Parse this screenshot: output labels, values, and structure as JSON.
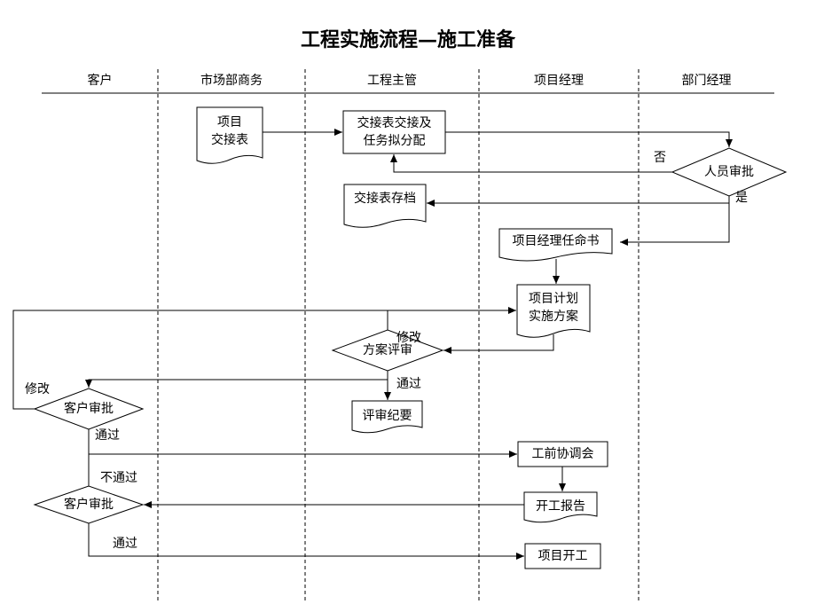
{
  "title": "工程实施流程—施工准备",
  "lanes": [
    "客户",
    "市场部商务",
    "工程主管",
    "项目经理",
    "部门经理"
  ],
  "nodes": {
    "project_handover_doc": [
      "项目",
      "交接表"
    ],
    "handover_assign": [
      "交接表交接及",
      "任务拟分配"
    ],
    "staff_approval": "人员审批",
    "handover_archive": "交接表存档",
    "pm_appointment": "项目经理任命书",
    "project_plan": [
      "项目计划",
      "实施方案"
    ],
    "plan_review": "方案评审",
    "review_minutes": "评审纪要",
    "customer_approval_1": "客户审批",
    "pre_construction_meeting": "工前协调会",
    "construction_report": "开工报告",
    "customer_approval_2": "客户审批",
    "project_start": "项目开工"
  },
  "labels": {
    "no": "否",
    "yes": "是",
    "revise_1": "修改",
    "passed_1": "通过",
    "revise_2": "修改",
    "passed_2": "通过",
    "not_passed": "不通过",
    "passed_3": "通过"
  }
}
